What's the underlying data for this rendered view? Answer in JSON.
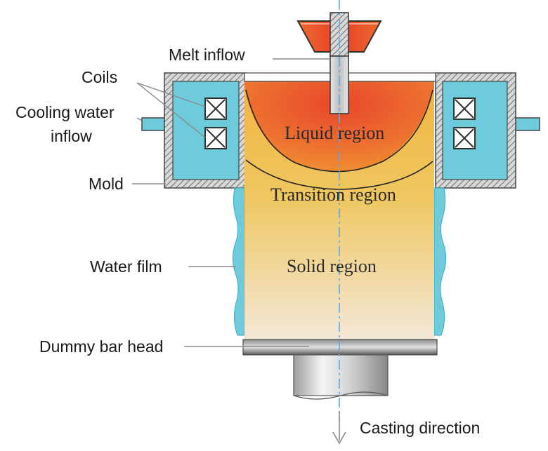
{
  "labels": {
    "melt_inflow": "Melt inflow",
    "coils": "Coils",
    "cooling_water_line1": "Cooling water",
    "cooling_water_line2": "inflow",
    "mold": "Mold",
    "water_film": "Water film",
    "dummy_bar_head": "Dummy bar head",
    "casting_direction": "Casting direction"
  },
  "regions": {
    "liquid": "Liquid region",
    "transition": "Transition region",
    "solid": "Solid region"
  },
  "colors": {
    "melt_hot": "#e8402a",
    "melt_warm": "#f08a30",
    "ingot_top": "#f1b441",
    "ingot_mid": "#efc761",
    "ingot_bottom": "#f3e7d7",
    "water": "#6ecbdc",
    "water_dark": "#3aa8bf",
    "mold_wall": "#9a9a9a",
    "axis_line": "#5aa9e6"
  }
}
